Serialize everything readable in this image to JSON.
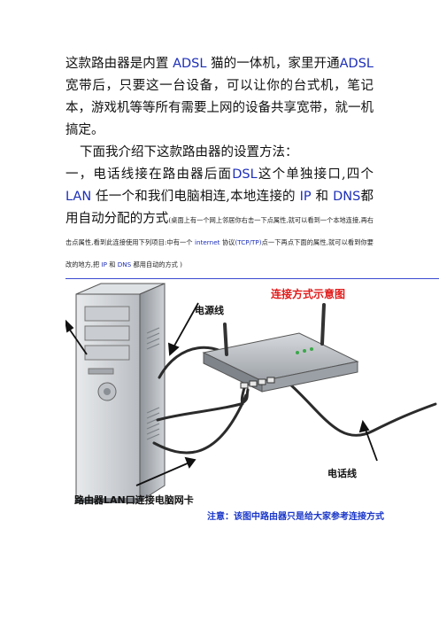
{
  "intro": {
    "p1_a": "这款路由器是内置 ",
    "p1_adsl": "ADSL",
    "p1_b": " 猫的一体机，家里开通",
    "p1_adsl2": "ADSL",
    "p1_c": "宽带后，只要这一台设备，可以让你的台式机，笔记本，游戏机等等所有需要上网的设备共享宽带，就一机搞定。",
    "p2": "下面我介绍下这款路由器的设置方法："
  },
  "step1": {
    "a": "一，电话线接在路由器后面",
    "dsl": "DSL",
    "b": "这个单独接口,四个",
    "lan": "LAN",
    "c": " 任一个和我们电脑相连,本地连接的 ",
    "ip": "IP",
    "d": " 和 ",
    "dns": "DNS",
    "e": "都用自动分配的方式",
    "note_a": "(桌面上有一个网上邻居你右击一下点属性,就可以看到一个本地连接,再右击点属性,看到此连接使用下列项目:中有一个 ",
    "note_internet": "internet",
    "note_b": " 协议",
    "note_tcp": "(TCP/TP)",
    "note_c": "点一下再点下面的属性,就可以看到你要改的地方,把 ",
    "note_ip": "IP",
    "note_d": " 和 ",
    "note_dns": "DNS",
    "note_e": " 都用自动的方式 )"
  },
  "diagram": {
    "title": "连接方式示意图",
    "power_label": "电源线",
    "phone_label": "电话线",
    "lan_label": "路由器LAN口连接电脑网卡",
    "note": "注意：该图中路由器只是给大家参考连接方式"
  },
  "colors": {
    "blue": "#1d2fb8",
    "red": "#e11a1a",
    "note_blue": "#1a37c8"
  }
}
